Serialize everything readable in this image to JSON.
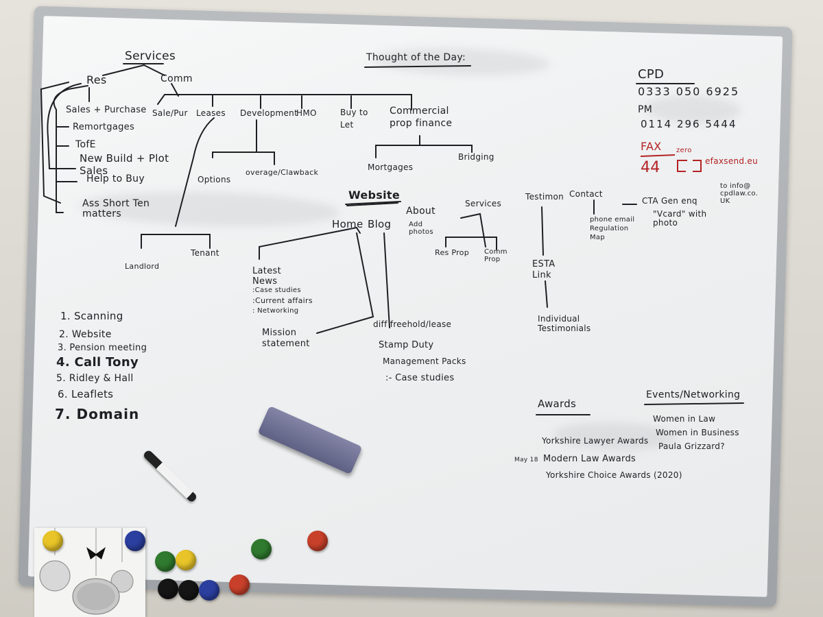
{
  "board": {
    "services_title": "Services",
    "services": {
      "res": "Res",
      "comm": "Comm",
      "res_items": [
        "Sales + Purchase",
        "Remortgages",
        "TofE",
        "New Build + Plot Sales",
        "Help to Buy",
        "Ass Short Ten matters"
      ],
      "comm_items": [
        "Sale/Pur",
        "Leases",
        "Development",
        "HMO",
        "Buy to Let",
        "Commercial prop finance"
      ],
      "dev_items": [
        "Options",
        "overage/Clawback"
      ],
      "finance_items": [
        "Mortgages",
        "Bridging"
      ],
      "lease_items": [
        "Landlord",
        "Tenant"
      ]
    },
    "thought_of_day": "Thought of the Day:",
    "contacts": {
      "cpd_label": "CPD",
      "cpd_number": "0333 050 6925",
      "pm_label": "PM",
      "pm_number": "0114 296 5444",
      "fax_label": "FAX",
      "fax_number": "44",
      "fax_zero": "zero",
      "fax_email": "efaxsend.eu"
    },
    "website": {
      "title": "Website",
      "home": "Home",
      "blog": "Blog",
      "about": "About",
      "about_note": "Add photos",
      "services": "Services",
      "testimon": "Testimon",
      "contact": "Contact",
      "res_prop": "Res Prop",
      "comm_prop": "Comm Prop",
      "esta_link": "ESTA Link",
      "individual": "Individual Testimonials",
      "contact_items": "phone email Regulation Map",
      "cta": "CTA Gen enq",
      "cta_email": "to info@ cpdlaw.co. UK",
      "vcard": "\"Vcard\" with photo",
      "latest_news": "Latest News",
      "news_items": [
        ":Case studies",
        ":Current affairs",
        ": Networking"
      ],
      "mission": "Mission statement",
      "blog_items": [
        "diff freehold/lease",
        "Stamp Duty",
        "Management Packs",
        ":- Case studies"
      ]
    },
    "todo": [
      "1. Scanning",
      "2. Website",
      "3. Pension meeting",
      "4. Call Tony",
      "5. Ridley & Hall",
      "6. Leaflets",
      "7. Domain"
    ],
    "awards": {
      "title": "Awards",
      "items": [
        "Yorkshire Lawyer Awards",
        "Modern Law Awards",
        "Yorkshire Choice Awards (2020)"
      ],
      "may_note": "May 18"
    },
    "events": {
      "title": "Events/Networking",
      "items": [
        "Women in Law",
        "Women in Business",
        "Paula Grizzard?"
      ]
    }
  },
  "colors": {
    "ink": "#1d1f22",
    "red_ink": "#b32224",
    "frame": "#a9adb1",
    "eraser": "#6a6c90"
  },
  "magnets": [
    "yellow",
    "blue",
    "green",
    "yellow",
    "green",
    "red",
    "black",
    "black",
    "blue",
    "red"
  ]
}
